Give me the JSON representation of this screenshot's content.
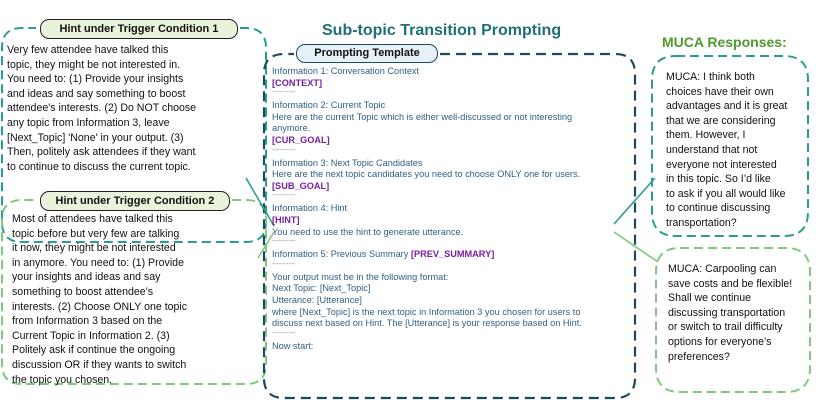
{
  "diagram": {
    "title": "Sub-topic Transition Prompting",
    "template_label": "Prompting Template",
    "hint1": {
      "label": "Hint under Trigger Condition 1",
      "lines": [
        "Very few attendee have talked this",
        "topic, they might be not interested in.",
        "You need to: (1) Provide your insights",
        "and ideas and say something to boost",
        "attendee's interests. (2) Do NOT choose",
        "any topic from Information 3, leave",
        "[Next_Topic] 'None' in your output. (3)",
        "Then, politely ask attendees if they want",
        "to continue to discuss the current topic."
      ]
    },
    "hint2": {
      "label": "Hint under Trigger Condition 2",
      "lines": [
        "Most of attendees have talked this",
        "topic before but very few are talking",
        "it now, they might be not interested",
        "in anymore. You need to: (1) Provide",
        "your insights and ideas and say",
        "something to boost attendee's",
        "interests. (2) Choose ONLY one topic",
        "from Information 3 based on the",
        "Current Topic in Information 2. (3)",
        "Politely ask if continue the ongoing",
        "discussion OR if they wants to switch",
        "the topic you chosen."
      ]
    },
    "template": {
      "separator": "----------",
      "info1": "Information 1: Conversation Context",
      "context": "[CONTEXT]",
      "info2": "Information 2: Current Topic",
      "info2_line1": "Here are the current Topic which is either well-discussed or not interesting",
      "info2_line2": "anymore.",
      "cur_goal": "[CUR_GOAL]",
      "info3": "Information 3: Next Topic Candidates",
      "info3_line1": "Here are the next topic candidates you need to choose ONLY one for users.",
      "sub_goal": "[SUB_GOAL]",
      "info4": "Information 4: Hint",
      "hint": "[HINT]",
      "info4_line1": "You need to use the hint to generate utterance.",
      "info5": "Information 5: Previous Summary",
      "prev_summary": "[PREV_SUMMARY]",
      "fmt_intro": "Your output must be in the following format:",
      "fmt_next": "Next Topic: [Next_Topic]",
      "fmt_utt": "Utterance: [Utterance]",
      "fmt_where1": "where [Next_Topic] is the next topic in Information 3 you chosen for users to",
      "fmt_where2": "discuss next based on Hint. The [Utterance] is your response based on Hint.",
      "now_start": "Now start:"
    },
    "responses": {
      "title": "MUCA Responses:",
      "resp1_lines": [
        "MUCA: I think both",
        "choices have their own",
        "advantages and it is great",
        "that we are considering",
        "them. However, I",
        "understand that not",
        "everyone not interested",
        "in this topic. So I’d like",
        "to ask if you all would like",
        "to continue discussing",
        "transportation?"
      ],
      "resp2_lines": [
        "MUCA: Carpooling can",
        "save costs and be flexible!",
        "Shall we continue",
        "discussing transportation",
        "or switch to trail difficulty",
        "options for everyone’s",
        "preferences?"
      ]
    },
    "colors": {
      "teal": "#2a9d8f",
      "navy": "#1d4a5c",
      "green": "#7fc97f",
      "placeholder": "#7a1fa2",
      "template_text": "#2f5f86"
    }
  }
}
